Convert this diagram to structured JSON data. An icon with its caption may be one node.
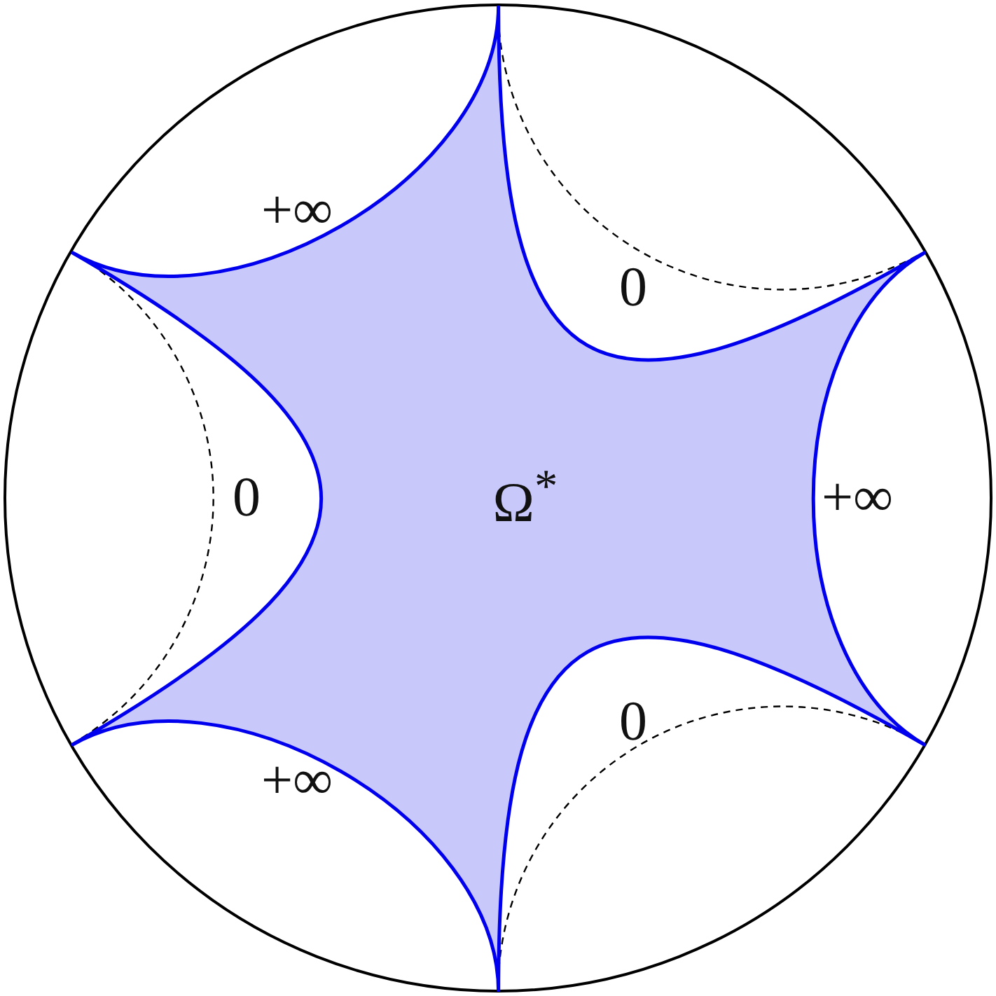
{
  "diagram": {
    "nodes": [
      {
        "text": [
          "Ω$^{*}$"
        ]
      }
    ],
    "labels": [
      "+∞",
      "0",
      "0",
      "+∞",
      "0",
      "+∞"
    ]
  }
}
